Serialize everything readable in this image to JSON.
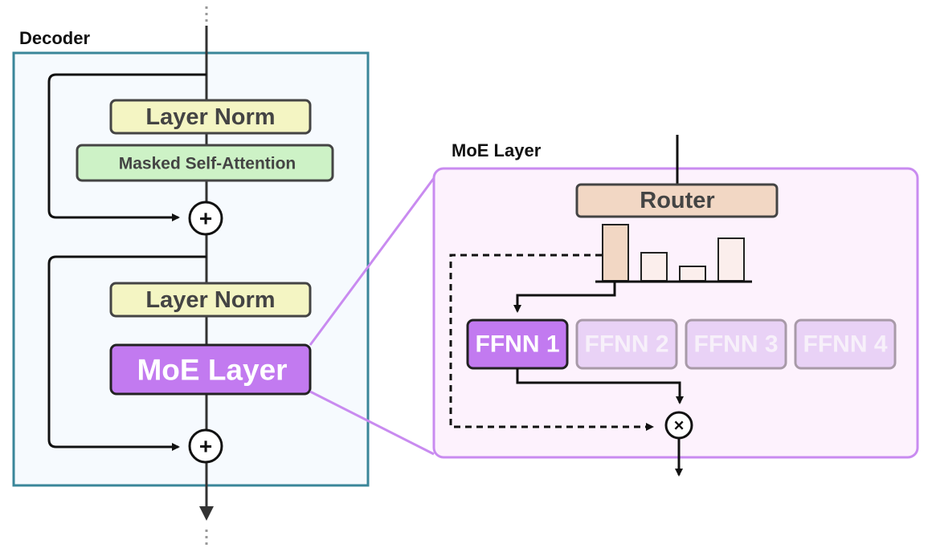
{
  "decoder": {
    "title": "Decoder",
    "layer_norm_top": "Layer Norm",
    "masked_self_attention": "Masked Self-Attention",
    "layer_norm_bottom": "Layer Norm",
    "moe_layer": "MoE Layer",
    "plus_symbol": "+"
  },
  "moe": {
    "title": "MoE Layer",
    "router": "Router",
    "router_weights": [
      1.0,
      0.5,
      0.25,
      0.75
    ],
    "experts": [
      "FFNN 1",
      "FFNN 2",
      "FFNN 3",
      "FFNN 4"
    ],
    "selected_expert": "FFNN 1",
    "multiply_symbol": "×"
  },
  "colors": {
    "decoder_border": "#3a8699",
    "decoder_fill": "#f6fafe",
    "layer_norm_fill": "#f4f5c3",
    "attention_fill": "#cdf2c6",
    "moe_fill": "#c27af0",
    "moe_panel_border": "#c98bf0",
    "moe_panel_fill": "#fdf2fd",
    "router_fill": "#f2d7c4",
    "bar_selected": "#f2d7c4",
    "bar_other": "#fbeeec",
    "expert_selected": "#c27af0",
    "expert_faded": "#e9d2f6"
  }
}
